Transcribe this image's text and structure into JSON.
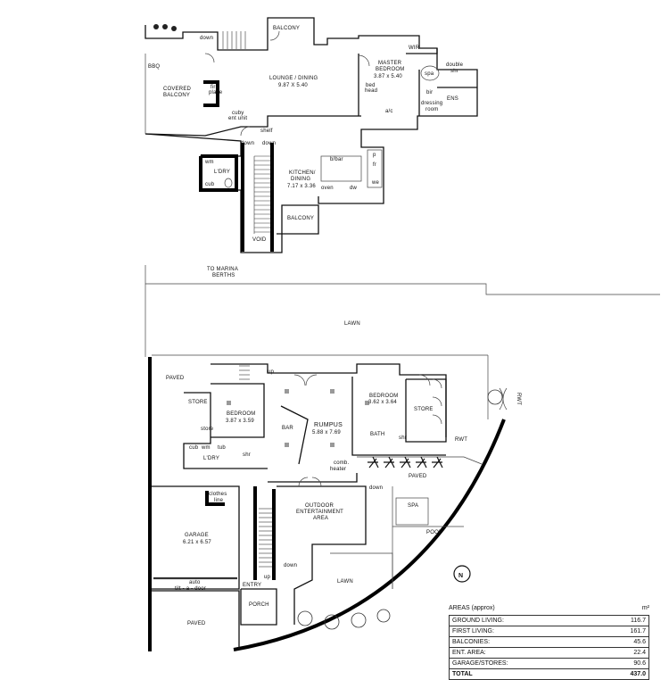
{
  "upper_floor": {
    "rooms": {
      "balcony_top": "BALCONY",
      "lounge": "LOUNGE / DINING",
      "lounge_dim": "9.87 X 5.40",
      "master": "MASTER",
      "master2": "BEDROOM",
      "master_dim": "3.87 x 5.40",
      "wir": "WIR",
      "spa": "spa",
      "double": "double",
      "shr": "shr",
      "ens": "ENS",
      "dressing": "dressing",
      "dressing2": "room",
      "bed_head": "bed",
      "bed_head2": "head",
      "ac": "a/c",
      "bbq": "BBQ",
      "covered": "COVERED",
      "covered2": "BALCONY",
      "fire": "fire",
      "fire2": "place",
      "cuby": "cuby",
      "ent_unit": "ent unit",
      "shelf": "shelf",
      "ldry": "L'DRY",
      "wm": "wm",
      "cub": "cub",
      "kitchen": "KITCHEN/",
      "kitchen2": "DINING",
      "kitchen_dim": "7.17 x 3.36",
      "bbar": "b/bar",
      "p": "p",
      "fr": "fr",
      "we": "we",
      "oven": "oven",
      "dw": "dw",
      "balcony_bottom": "BALCONY",
      "void": "VOID",
      "down": "down",
      "bir": "bir"
    }
  },
  "lower_floor": {
    "marina": "TO MARINA",
    "marina2": "BERTHS",
    "lawn_top": "LAWN",
    "paved_left": "PAVED",
    "store_left": "STORE",
    "bedroom_left": "BEDROOM",
    "bedroom_left_dim": "3.87 x 3.59",
    "store_small": "store",
    "cub": "cub",
    "wm": "wm",
    "tub": "tub",
    "ldry": "L'DRY",
    "shr": "shr",
    "bar": "BAR",
    "rumpus": "RUMPUS",
    "rumpus_dim": "5.88 x 7.69",
    "bedroom_right": "BEDROOM",
    "bedroom_right_dim": "3.62 x 3.64",
    "store_right": "STORE",
    "bath": "BATH",
    "rwt_small": "RWT",
    "rwt_right": "RWT",
    "comb": "comb.",
    "heater": "heater",
    "up": "up",
    "down": "down",
    "paved_mid": "PAVED",
    "clothes": "clothes",
    "line": "line",
    "garage": "GARAGE",
    "garage_dim": "6.21 x 6.57",
    "outdoor": "OUTDOOR",
    "entertainment": "ENTERTAINMENT",
    "area": "AREA",
    "spa": "SPA",
    "pool": "POOL",
    "auto": "auto",
    "tilt": "tilt - a - door",
    "entry": "ENTRY",
    "porch": "PORCH",
    "lawn_bottom": "LAWN",
    "paved_bottom": "PAVED"
  },
  "compass": "N",
  "areas": {
    "title": "AREAS (approx)",
    "unit": "m²",
    "rows": [
      {
        "label": "GROUND LIVING:",
        "value": "116.7"
      },
      {
        "label": "FIRST LIVING:",
        "value": "161.7"
      },
      {
        "label": "BALCONIES:",
        "value": "45.6"
      },
      {
        "label": "ENT. AREA:",
        "value": "22.4"
      },
      {
        "label": "GARAGE/STORES:",
        "value": "90.6"
      },
      {
        "label": "TOTAL",
        "value": "437.0"
      }
    ]
  }
}
